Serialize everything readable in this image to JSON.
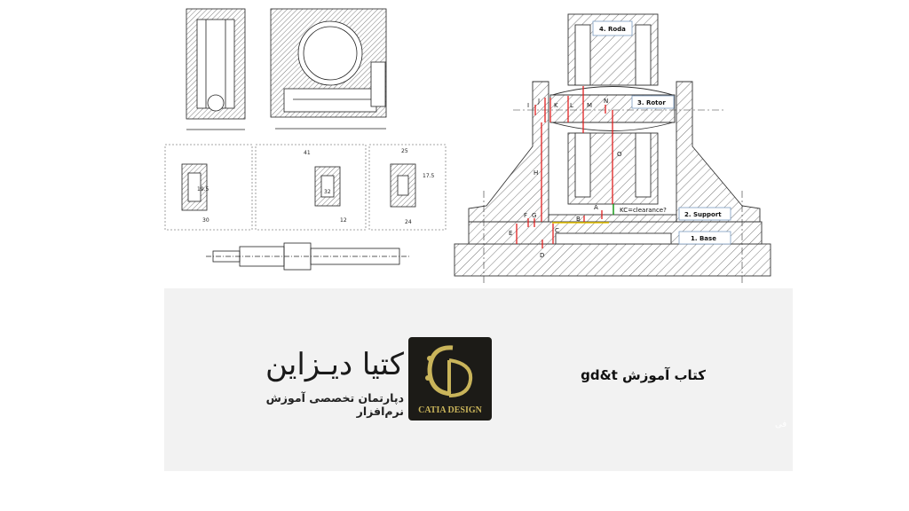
{
  "assembly": {
    "parts": [
      "4. Roda",
      "3. Rotor",
      "2. Support",
      "1. Base"
    ],
    "clearance_label": "KC=clearance?",
    "dimension_letters": [
      "A",
      "B",
      "C",
      "D",
      "E",
      "F",
      "G",
      "H",
      "I",
      "J",
      "K",
      "L",
      "M",
      "N",
      "O"
    ],
    "dimension_color": "#e02020",
    "clearance_color": "#1a9a1a",
    "reference_line_color": "#e8c400"
  },
  "part_drawings": {
    "dimensions": [
      "19.5",
      "30",
      "41",
      "32",
      "12",
      "25",
      "17.5",
      "24"
    ]
  },
  "banner": {
    "brand_name": "کتیا دیـزاین",
    "brand_subtitle": "دپارتمان تخصصی آموزش نرم‌افزار",
    "logo_text": "CATIA DESIGN",
    "logo_monogram": "CD",
    "book_title": "کتاب آموزش gd&t",
    "faint_mark": "فی",
    "background": "#f2f2f2",
    "logo_gold": "#c9b45a"
  }
}
